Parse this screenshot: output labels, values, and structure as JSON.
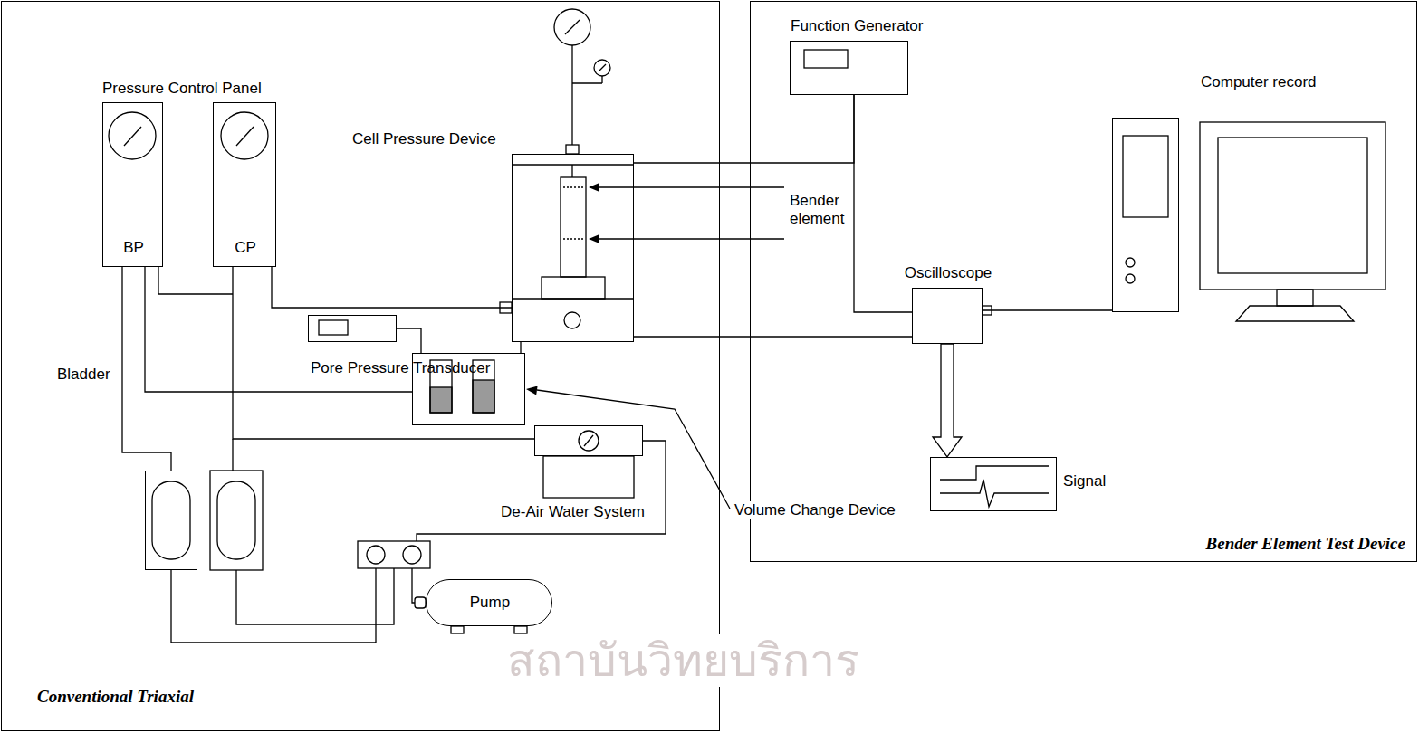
{
  "diagram": {
    "nodes": [
      {
        "text": [
          "Conventional Triaxial"
        ]
      },
      {
        "text": [
          "Bender Element Test Device"
        ]
      },
      {
        "text": [
          "BP"
        ],
        "in": 0
      },
      {
        "text": [
          "CP"
        ],
        "in": 0
      },
      {
        "text": [
          "Cell Pressure Device"
        ],
        "in": 0
      },
      {
        "text": [
          "Pore Pressure Transducer"
        ],
        "in": 0
      },
      {
        "text": [
          "Volume Change Device"
        ],
        "in": 0
      },
      {
        "text": [
          "De-Air Water System"
        ],
        "in": 0
      },
      {
        "text": [
          "Bladder"
        ],
        "in": 0
      },
      {
        "text": [
          "Pump"
        ],
        "in": 0
      },
      {
        "text": [
          "Function Generator"
        ],
        "in": 1
      },
      {
        "text": [
          "Oscilloscope"
        ],
        "in": 1
      },
      {
        "text": [
          "Computer record"
        ],
        "in": 1
      },
      {
        "text": [
          "Signal"
        ],
        "in": 1
      }
    ],
    "edges": [
      {
        "from": 4,
        "to": 10,
        "arrow": "none"
      },
      {
        "from": 10,
        "to": 11,
        "arrow": "none"
      },
      {
        "from": 4,
        "to": 11,
        "arrow": "none"
      },
      {
        "from": 11,
        "to": 12,
        "arrow": "none"
      },
      {
        "from": 11,
        "to": 13,
        "arrow": "to"
      },
      {
        "from": 2,
        "to": 8,
        "arrow": "none"
      },
      {
        "from": 2,
        "to": 6,
        "arrow": "none"
      },
      {
        "from": 3,
        "to": 4,
        "arrow": "none"
      },
      {
        "from": 3,
        "to": 7,
        "arrow": "none"
      },
      {
        "from": 5,
        "to": 6,
        "arrow": "none"
      },
      {
        "from": 4,
        "to": 6,
        "arrow": "none"
      }
    ],
    "labels": [
      "Pressure Control Panel",
      "Bender element",
      "สถาบันวิทยบริการ"
    ]
  }
}
